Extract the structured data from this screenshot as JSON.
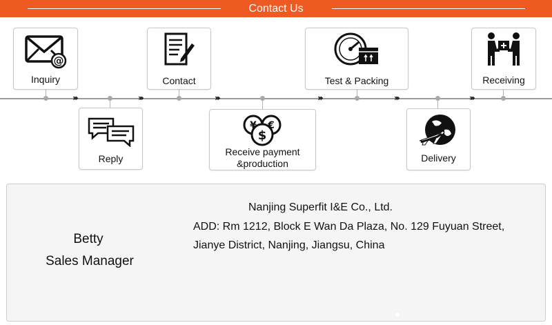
{
  "header": {
    "title": "Contact Us"
  },
  "steps": {
    "inquiry": "Inquiry",
    "reply": "Reply",
    "contact": "Contact",
    "receive_payment": "Receive payment",
    "production": "&production",
    "test_packing": "Test & Packing",
    "delivery": "Delivery",
    "receiving": "Receiving"
  },
  "contact_person": {
    "name": "Betty",
    "title": "Sales Manager"
  },
  "company": {
    "name": "Nanjing Superfit I&E Co., Ltd.",
    "address_line1": "ADD: Rm 1212, Block E Wan Da Plaza, No. 129 Fuyuan Street,",
    "address_line2": "Jianye District, Nanjing, Jiangsu, China"
  },
  "colors": {
    "banner": "#ef5a22",
    "timeline": "#9a9a9a",
    "panel_bg": "#f5f5f5"
  },
  "icons": [
    "envelope-at-icon",
    "chat-bubbles-icon",
    "document-pen-icon",
    "coins-currency-icon",
    "gauge-box-icon",
    "globe-plane-icon",
    "people-handover-icon"
  ]
}
